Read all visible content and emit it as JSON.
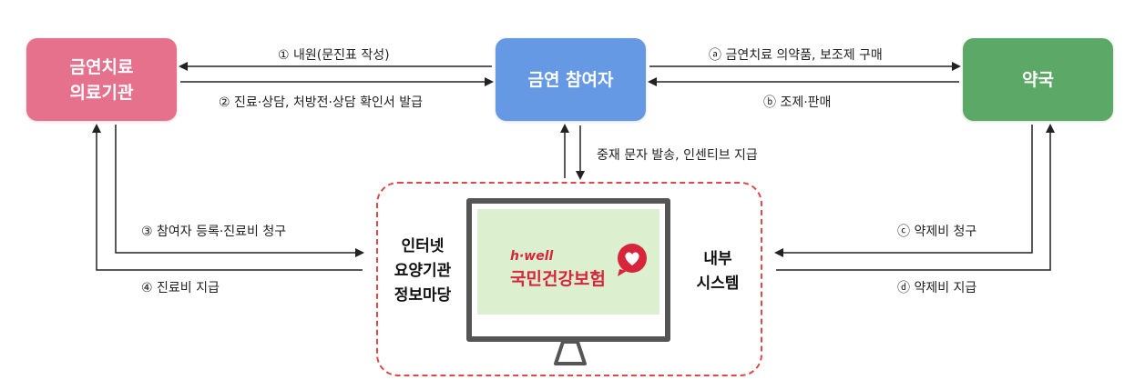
{
  "nodes": {
    "clinic": {
      "line1": "금연치료",
      "line2": "의료기관"
    },
    "participant": "금연 참여자",
    "pharmacy": "약국"
  },
  "edges": {
    "e1": "① 내원(문진표 작성)",
    "e2": "② 진료·상담, 처방전·상담 확인서 발급",
    "ea": "ⓐ 금연치료 의약품, 보조제 구매",
    "eb": "ⓑ 조제·판매",
    "mediation": "중재 문자 발송, 인센티브 지급",
    "e3": "③ 참여자 등록·진료비 청구",
    "e4": "④ 진료비 지급",
    "ec": "ⓒ 약제비 청구",
    "ed": "ⓓ 약제비 지급"
  },
  "system_left": {
    "line1": "인터넷",
    "line2": "요양기관",
    "line3": "정보마당"
  },
  "system_right": {
    "line1": "내부",
    "line2": "시스템"
  },
  "brand": {
    "small": "h·well",
    "large": "국민건강보험"
  },
  "colors": {
    "clinic": "#e5718d",
    "participant": "#6699e4",
    "pharmacy": "#5ba867",
    "dashed_border": "#e04848",
    "brand": "#d7253b"
  }
}
